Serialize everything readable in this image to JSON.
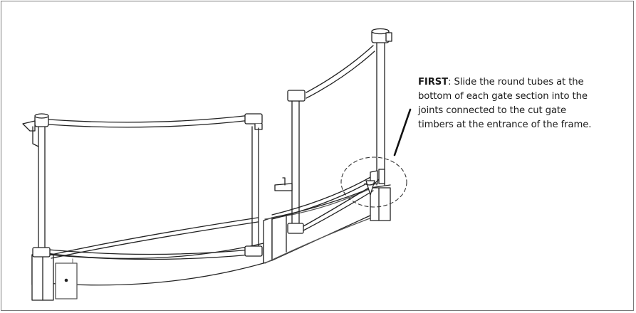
{
  "callout": {
    "label": "FIRST",
    "line1": ": Slide the round tubes at the",
    "line2": "bottom of each gate section into the",
    "line3": "joints connected to the cut gate",
    "line4": "timbers at the entrance of the frame."
  }
}
